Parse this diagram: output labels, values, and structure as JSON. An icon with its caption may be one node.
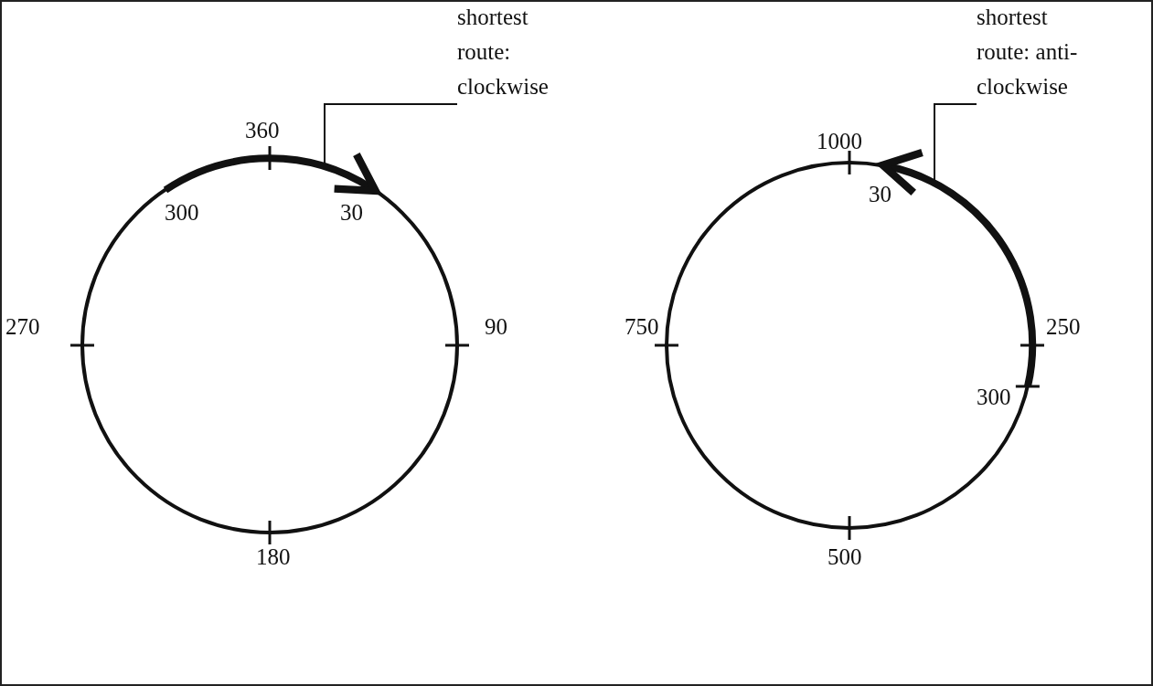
{
  "diagram": {
    "nodes": [
      {
        "text": [
          "shortest route: clockwise"
        ]
      },
      {
        "text": [],
        "shape": "arc"
      },
      {
        "text": [
          "shortest route: anti- clockwise"
        ]
      },
      {
        "text": [],
        "shape": "arc"
      }
    ],
    "edges": [
      {
        "from": 0,
        "to": 1,
        "arrow": "none"
      },
      {
        "from": 2,
        "to": 3,
        "arrow": "none"
      }
    ],
    "labels": [
      "360",
      "300",
      "30",
      "270",
      "90",
      "180",
      "1000",
      "30",
      "750",
      "250",
      "300",
      "500"
    ]
  }
}
